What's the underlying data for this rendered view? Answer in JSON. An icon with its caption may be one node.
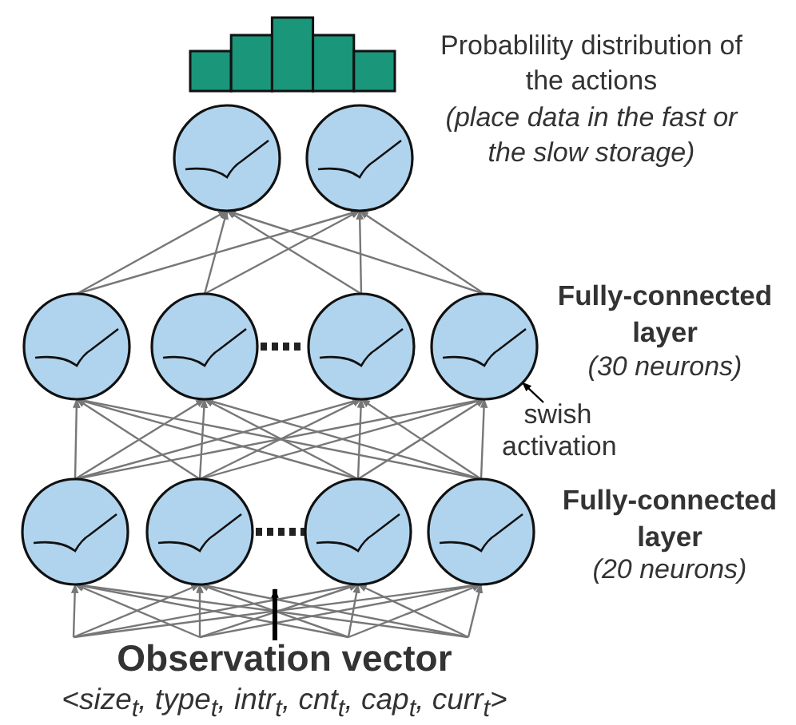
{
  "diagram": {
    "nodes": [
      {
        "text": [],
        "shape": "circle"
      },
      {
        "text": [],
        "shape": "circle"
      },
      {
        "text": [],
        "shape": "circle"
      },
      {
        "text": [],
        "shape": "circle"
      },
      {
        "text": [],
        "shape": "circle"
      },
      {
        "text": [],
        "shape": "circle"
      },
      {
        "text": [
          "swish activation"
        ]
      },
      {
        "text": [],
        "shape": "circle"
      },
      {
        "text": [],
        "shape": "circle"
      },
      {
        "text": [],
        "shape": "circle"
      },
      {
        "text": [],
        "shape": "circle"
      },
      {
        "text": [
          "Observation vector",
          "<size$_{t}$, type$_{t}$, intr$_{t}$, cnt$_{t}$, cap$_{t}$, curr$_{t}$>"
        ]
      }
    ],
    "edges": [
      {
        "from": 11,
        "to": 7,
        "arrow": "to"
      },
      {
        "from": 11,
        "to": 8,
        "arrow": "to"
      },
      {
        "from": 11,
        "to": 9,
        "arrow": "to"
      },
      {
        "from": 11,
        "to": 10,
        "arrow": "to"
      },
      {
        "from": 11,
        "to": 7,
        "arrow": "to"
      },
      {
        "from": 11,
        "to": 8,
        "arrow": "to"
      },
      {
        "from": 11,
        "to": 9,
        "arrow": "to"
      },
      {
        "from": 11,
        "to": 10,
        "arrow": "to"
      },
      {
        "from": 11,
        "to": 7,
        "arrow": "to"
      },
      {
        "from": 11,
        "to": 8,
        "arrow": "to"
      },
      {
        "from": 11,
        "to": 9,
        "arrow": "to"
      },
      {
        "from": 11,
        "to": 10,
        "arrow": "to"
      },
      {
        "from": 11,
        "to": 7,
        "arrow": "to"
      },
      {
        "from": 11,
        "to": 8,
        "arrow": "to"
      },
      {
        "from": 11,
        "to": 9,
        "arrow": "to"
      },
      {
        "from": 11,
        "to": 10,
        "arrow": "to"
      },
      {
        "from": 7,
        "to": 2,
        "arrow": "to"
      },
      {
        "from": 7,
        "to": 3,
        "arrow": "to"
      },
      {
        "from": 7,
        "to": 4,
        "arrow": "to"
      },
      {
        "from": 7,
        "to": 5,
        "arrow": "to"
      },
      {
        "from": 8,
        "to": 2,
        "arrow": "to"
      },
      {
        "from": 8,
        "to": 3,
        "arrow": "to"
      },
      {
        "from": 8,
        "to": 4,
        "arrow": "to"
      },
      {
        "from": 8,
        "to": 5,
        "arrow": "to"
      },
      {
        "from": 9,
        "to": 2,
        "arrow": "to"
      },
      {
        "from": 9,
        "to": 3,
        "arrow": "to"
      },
      {
        "from": 9,
        "to": 4,
        "arrow": "to"
      },
      {
        "from": 9,
        "to": 5,
        "arrow": "to"
      },
      {
        "from": 10,
        "to": 2,
        "arrow": "to"
      },
      {
        "from": 10,
        "to": 3,
        "arrow": "to"
      },
      {
        "from": 10,
        "to": 4,
        "arrow": "to"
      },
      {
        "from": 10,
        "to": 5,
        "arrow": "to"
      },
      {
        "from": 2,
        "to": 0,
        "arrow": "to"
      },
      {
        "from": 2,
        "to": 1,
        "arrow": "to"
      },
      {
        "from": 3,
        "to": 0,
        "arrow": "to"
      },
      {
        "from": 3,
        "to": 1,
        "arrow": "to"
      },
      {
        "from": 4,
        "to": 0,
        "arrow": "to"
      },
      {
        "from": 4,
        "to": 1,
        "arrow": "to"
      },
      {
        "from": 5,
        "to": 0,
        "arrow": "to"
      },
      {
        "from": 5,
        "to": 1,
        "arrow": "to"
      },
      {
        "from": 6,
        "to": 5,
        "arrow": "to",
        "color": "#000000"
      },
      {
        "from": 11,
        "to": null,
        "arrow": "to",
        "color": "#000000",
        "style": "thick"
      }
    ],
    "labels": [
      "Probablility distribution of the actions",
      "(place data in the fast or the slow storage)",
      "Fully-connected layer",
      "(30 neurons)",
      "Fully-connected layer",
      "(20 neurons)"
    ]
  }
}
